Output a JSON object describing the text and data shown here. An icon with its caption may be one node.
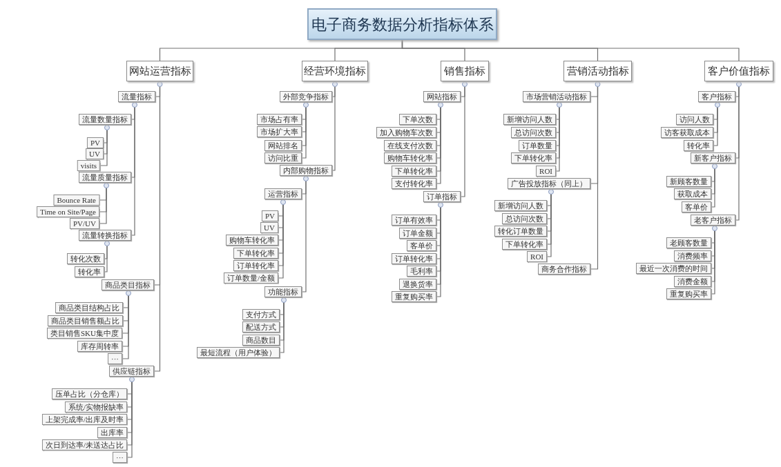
{
  "diagram": {
    "nodes": [
      {
        "text": [
          "电子商务数据分析指标体系"
        ]
      },
      {
        "text": [
          "网站运营指标"
        ]
      },
      {
        "text": [
          "流量指标"
        ]
      },
      {
        "text": [
          "流量数量指标"
        ]
      },
      {
        "text": [
          "PV"
        ]
      },
      {
        "text": [
          "UV"
        ]
      },
      {
        "text": [
          "visits"
        ]
      },
      {
        "text": [
          "流量质量指标"
        ]
      },
      {
        "text": [
          "Bounce Rate"
        ]
      },
      {
        "text": [
          "Time on Site/Page"
        ]
      },
      {
        "text": [
          "PV/UV"
        ]
      },
      {
        "text": [
          "流量转换指标"
        ]
      },
      {
        "text": [
          "转化次数"
        ]
      },
      {
        "text": [
          "转化率"
        ]
      },
      {
        "text": [
          "商品类目指标"
        ]
      },
      {
        "text": [
          "商品类目结构占比"
        ]
      },
      {
        "text": [
          "商品类目销售额占比"
        ]
      },
      {
        "text": [
          "类目销售SKU集中度"
        ]
      },
      {
        "text": [
          "库存周转率"
        ]
      },
      {
        "text": [
          "···"
        ]
      },
      {
        "text": [
          "供应链指标"
        ]
      },
      {
        "text": [
          "压单占比（分仓库）"
        ]
      },
      {
        "text": [
          "系统/实物报缺率"
        ]
      },
      {
        "text": [
          "上架完成率/出库及时率"
        ]
      },
      {
        "text": [
          "出库率"
        ]
      },
      {
        "text": [
          "次日到达率/未送达占比"
        ]
      },
      {
        "text": [
          "···"
        ]
      },
      {
        "text": [
          "经营环境指标"
        ]
      },
      {
        "text": [
          "外部竞争指标"
        ]
      },
      {
        "text": [
          "市场占有率"
        ]
      },
      {
        "text": [
          "市场扩大率"
        ]
      },
      {
        "text": [
          "网站排名"
        ]
      },
      {
        "text": [
          "访问比重"
        ]
      },
      {
        "text": [
          "内部购物指标"
        ]
      },
      {
        "text": [
          "运营指标"
        ]
      },
      {
        "text": [
          "PV"
        ]
      },
      {
        "text": [
          "UV"
        ]
      },
      {
        "text": [
          "购物车转化率"
        ]
      },
      {
        "text": [
          "下单转化率"
        ]
      },
      {
        "text": [
          "订单转化率"
        ]
      },
      {
        "text": [
          "订单数量/金额"
        ]
      },
      {
        "text": [
          "功能指标"
        ]
      },
      {
        "text": [
          "支付方式"
        ]
      },
      {
        "text": [
          "配送方式"
        ]
      },
      {
        "text": [
          "商品数目"
        ]
      },
      {
        "text": [
          "最短流程（用户体验）"
        ]
      },
      {
        "text": [
          "销售指标"
        ]
      },
      {
        "text": [
          "网站指标"
        ]
      },
      {
        "text": [
          "下单次数"
        ]
      },
      {
        "text": [
          "加入购物车次数"
        ]
      },
      {
        "text": [
          "在线支付次数"
        ]
      },
      {
        "text": [
          "购物车转化率"
        ]
      },
      {
        "text": [
          "下单转化率"
        ]
      },
      {
        "text": [
          "支付转化率"
        ]
      },
      {
        "text": [
          "订单指标"
        ]
      },
      {
        "text": [
          "订单有效率"
        ]
      },
      {
        "text": [
          "订单金额"
        ]
      },
      {
        "text": [
          "客单价"
        ]
      },
      {
        "text": [
          "订单转化率"
        ]
      },
      {
        "text": [
          "毛利率"
        ]
      },
      {
        "text": [
          "退换货率"
        ]
      },
      {
        "text": [
          "重复购买率"
        ]
      },
      {
        "text": [
          "营销活动指标"
        ]
      },
      {
        "text": [
          "市场营销活动指标"
        ]
      },
      {
        "text": [
          "新增访问人数"
        ]
      },
      {
        "text": [
          "总访问次数"
        ]
      },
      {
        "text": [
          "订单数量"
        ]
      },
      {
        "text": [
          "下单转化率"
        ]
      },
      {
        "text": [
          "ROI"
        ]
      },
      {
        "text": [
          "广告投放指标（同上）"
        ]
      },
      {
        "text": [
          "新增访问人数"
        ]
      },
      {
        "text": [
          "总访问次数"
        ]
      },
      {
        "text": [
          "转化订单数量"
        ]
      },
      {
        "text": [
          "下单转化率"
        ]
      },
      {
        "text": [
          "ROI"
        ]
      },
      {
        "text": [
          "商务合作指标"
        ]
      },
      {
        "text": [
          "客户价值指标"
        ]
      },
      {
        "text": [
          "客户指标"
        ]
      },
      {
        "text": [
          "访问人数"
        ]
      },
      {
        "text": [
          "访客获取成本"
        ]
      },
      {
        "text": [
          "转化率"
        ]
      },
      {
        "text": [
          "新客户指标"
        ]
      },
      {
        "text": [
          "新顾客数量"
        ]
      },
      {
        "text": [
          "获取成本"
        ]
      },
      {
        "text": [
          "客单价"
        ]
      },
      {
        "text": [
          "老客户指标"
        ]
      },
      {
        "text": [
          "老顾客数量"
        ]
      },
      {
        "text": [
          "消费频率"
        ]
      },
      {
        "text": [
          "最近一次消费的时间"
        ]
      },
      {
        "text": [
          "消费金额"
        ]
      },
      {
        "text": [
          "重复购买率"
        ]
      }
    ],
    "edges": [
      {
        "from": 0,
        "to": 1,
        "arrow": "none"
      },
      {
        "from": 0,
        "to": 27,
        "arrow": "none"
      },
      {
        "from": 0,
        "to": 46,
        "arrow": "none"
      },
      {
        "from": 0,
        "to": 62,
        "arrow": "none"
      },
      {
        "from": 0,
        "to": 76,
        "arrow": "none"
      },
      {
        "from": 1,
        "to": 2,
        "arrow": "none"
      },
      {
        "from": 1,
        "to": 14,
        "arrow": "none"
      },
      {
        "from": 1,
        "to": 20,
        "arrow": "none"
      },
      {
        "from": 2,
        "to": 3,
        "arrow": "none"
      },
      {
        "from": 2,
        "to": 7,
        "arrow": "none"
      },
      {
        "from": 2,
        "to": 11,
        "arrow": "none"
      },
      {
        "from": 3,
        "to": 4,
        "arrow": "none"
      },
      {
        "from": 3,
        "to": 5,
        "arrow": "none"
      },
      {
        "from": 3,
        "to": 6,
        "arrow": "none"
      },
      {
        "from": 7,
        "to": 8,
        "arrow": "none"
      },
      {
        "from": 7,
        "to": 9,
        "arrow": "none"
      },
      {
        "from": 7,
        "to": 10,
        "arrow": "none"
      },
      {
        "from": 11,
        "to": 12,
        "arrow": "none"
      },
      {
        "from": 11,
        "to": 13,
        "arrow": "none"
      },
      {
        "from": 14,
        "to": 15,
        "arrow": "none"
      },
      {
        "from": 14,
        "to": 16,
        "arrow": "none"
      },
      {
        "from": 14,
        "to": 17,
        "arrow": "none"
      },
      {
        "from": 14,
        "to": 18,
        "arrow": "none"
      },
      {
        "from": 14,
        "to": 19,
        "arrow": "none"
      },
      {
        "from": 20,
        "to": 21,
        "arrow": "none"
      },
      {
        "from": 20,
        "to": 22,
        "arrow": "none"
      },
      {
        "from": 20,
        "to": 23,
        "arrow": "none"
      },
      {
        "from": 20,
        "to": 24,
        "arrow": "none"
      },
      {
        "from": 20,
        "to": 25,
        "arrow": "none"
      },
      {
        "from": 20,
        "to": 26,
        "arrow": "none"
      },
      {
        "from": 27,
        "to": 28,
        "arrow": "none"
      },
      {
        "from": 27,
        "to": 33,
        "arrow": "none"
      },
      {
        "from": 28,
        "to": 29,
        "arrow": "none"
      },
      {
        "from": 28,
        "to": 30,
        "arrow": "none"
      },
      {
        "from": 28,
        "to": 31,
        "arrow": "none"
      },
      {
        "from": 28,
        "to": 32,
        "arrow": "none"
      },
      {
        "from": 33,
        "to": 34,
        "arrow": "none"
      },
      {
        "from": 33,
        "to": 41,
        "arrow": "none"
      },
      {
        "from": 34,
        "to": 35,
        "arrow": "none"
      },
      {
        "from": 34,
        "to": 36,
        "arrow": "none"
      },
      {
        "from": 34,
        "to": 37,
        "arrow": "none"
      },
      {
        "from": 34,
        "to": 38,
        "arrow": "none"
      },
      {
        "from": 34,
        "to": 39,
        "arrow": "none"
      },
      {
        "from": 34,
        "to": 40,
        "arrow": "none"
      },
      {
        "from": 41,
        "to": 42,
        "arrow": "none"
      },
      {
        "from": 41,
        "to": 43,
        "arrow": "none"
      },
      {
        "from": 41,
        "to": 44,
        "arrow": "none"
      },
      {
        "from": 41,
        "to": 45,
        "arrow": "none"
      },
      {
        "from": 46,
        "to": 47,
        "arrow": "none"
      },
      {
        "from": 46,
        "to": 54,
        "arrow": "none"
      },
      {
        "from": 47,
        "to": 48,
        "arrow": "none"
      },
      {
        "from": 47,
        "to": 49,
        "arrow": "none"
      },
      {
        "from": 47,
        "to": 50,
        "arrow": "none"
      },
      {
        "from": 47,
        "to": 51,
        "arrow": "none"
      },
      {
        "from": 47,
        "to": 52,
        "arrow": "none"
      },
      {
        "from": 47,
        "to": 53,
        "arrow": "none"
      },
      {
        "from": 54,
        "to": 55,
        "arrow": "none"
      },
      {
        "from": 54,
        "to": 56,
        "arrow": "none"
      },
      {
        "from": 54,
        "to": 57,
        "arrow": "none"
      },
      {
        "from": 54,
        "to": 58,
        "arrow": "none"
      },
      {
        "from": 54,
        "to": 59,
        "arrow": "none"
      },
      {
        "from": 54,
        "to": 60,
        "arrow": "none"
      },
      {
        "from": 54,
        "to": 61,
        "arrow": "none"
      },
      {
        "from": 62,
        "to": 63,
        "arrow": "none"
      },
      {
        "from": 62,
        "to": 69,
        "arrow": "none"
      },
      {
        "from": 62,
        "to": 75,
        "arrow": "none"
      },
      {
        "from": 63,
        "to": 64,
        "arrow": "none"
      },
      {
        "from": 63,
        "to": 65,
        "arrow": "none"
      },
      {
        "from": 63,
        "to": 66,
        "arrow": "none"
      },
      {
        "from": 63,
        "to": 67,
        "arrow": "none"
      },
      {
        "from": 63,
        "to": 68,
        "arrow": "none"
      },
      {
        "from": 69,
        "to": 70,
        "arrow": "none"
      },
      {
        "from": 69,
        "to": 71,
        "arrow": "none"
      },
      {
        "from": 69,
        "to": 72,
        "arrow": "none"
      },
      {
        "from": 69,
        "to": 73,
        "arrow": "none"
      },
      {
        "from": 69,
        "to": 74,
        "arrow": "none"
      },
      {
        "from": 76,
        "to": 77,
        "arrow": "none"
      },
      {
        "from": 76,
        "to": 81,
        "arrow": "none"
      },
      {
        "from": 76,
        "to": 85,
        "arrow": "none"
      },
      {
        "from": 77,
        "to": 78,
        "arrow": "none"
      },
      {
        "from": 77,
        "to": 79,
        "arrow": "none"
      },
      {
        "from": 77,
        "to": 80,
        "arrow": "none"
      },
      {
        "from": 81,
        "to": 82,
        "arrow": "none"
      },
      {
        "from": 81,
        "to": 83,
        "arrow": "none"
      },
      {
        "from": 81,
        "to": 84,
        "arrow": "none"
      },
      {
        "from": 85,
        "to": 86,
        "arrow": "none"
      },
      {
        "from": 85,
        "to": 87,
        "arrow": "none"
      },
      {
        "from": 85,
        "to": 88,
        "arrow": "none"
      },
      {
        "from": 85,
        "to": 89,
        "arrow": "none"
      },
      {
        "from": 85,
        "to": 90,
        "arrow": "none"
      }
    ]
  }
}
